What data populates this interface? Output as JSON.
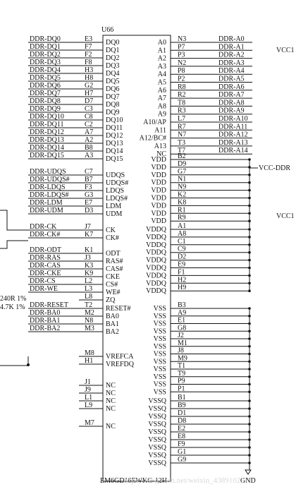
{
  "part": {
    "ref": "U66",
    "name": "EM6GD16EWKG-12H"
  },
  "left_pins": [
    {
      "net": "DDR-DQ0",
      "num": "E3",
      "name": "DQ0"
    },
    {
      "net": "DDR-DQ1",
      "num": "F7",
      "name": "DQ1"
    },
    {
      "net": "DDR-DQ2",
      "num": "F2",
      "name": "DQ2"
    },
    {
      "net": "DDR-DQ3",
      "num": "F8",
      "name": "DQ3"
    },
    {
      "net": "DDR-DQ4",
      "num": "H3",
      "name": "DQ4"
    },
    {
      "net": "DDR-DQ5",
      "num": "H8",
      "name": "DQ5"
    },
    {
      "net": "DDR-DQ6",
      "num": "G2",
      "name": "DQ6"
    },
    {
      "net": "DDR-DQ7",
      "num": "H7",
      "name": "DQ7"
    },
    {
      "net": "DDR-DQ8",
      "num": "D7",
      "name": "DQ8"
    },
    {
      "net": "DDR-DQ9",
      "num": "C3",
      "name": "DQ9"
    },
    {
      "net": "DDR-DQ10",
      "num": "C8",
      "name": "DQ10"
    },
    {
      "net": "DDR-DQ11",
      "num": "C2",
      "name": "DQ11"
    },
    {
      "net": "DDR-DQ12",
      "num": "A7",
      "name": "DQ12"
    },
    {
      "net": "DDR-DQ13",
      "num": "A2",
      "name": "DQ13"
    },
    {
      "net": "DDR-DQ14",
      "num": "B8",
      "name": "DQ14"
    },
    {
      "net": "DDR-DQ15",
      "num": "A3",
      "name": "DQ15"
    },
    {
      "net": "DDR-UDQS",
      "num": "C7",
      "name": "UDQS"
    },
    {
      "net": "DDR-UDQS#",
      "num": "B7",
      "name": "UDQS#"
    },
    {
      "net": "DDR-LDQS",
      "num": "F3",
      "name": "LDQS"
    },
    {
      "net": "DDR-LDQS#",
      "num": "G3",
      "name": "LDQS#"
    },
    {
      "net": "DDR-LDM",
      "num": "E7",
      "name": "LDM"
    },
    {
      "net": "DDR-UDM",
      "num": "D3",
      "name": "UDM"
    },
    {
      "net": "DDR-CK",
      "num": "J7",
      "name": "CK"
    },
    {
      "net": "DDR-CK#",
      "num": "K7",
      "name": "CK#"
    },
    {
      "net": "DDR-ODT",
      "num": "K1",
      "name": "ODT"
    },
    {
      "net": "DDR-RAS",
      "num": "J3",
      "name": "RAS#"
    },
    {
      "net": "DDR-CAS",
      "num": "K3",
      "name": "CAS#"
    },
    {
      "net": "DDR-CKE",
      "num": "K9",
      "name": "CKE"
    },
    {
      "net": "DDR-CS",
      "num": "L2",
      "name": "CS#"
    },
    {
      "net": "DDR-WE",
      "num": "L3",
      "name": "WE#"
    },
    {
      "net": "",
      "num": "L8",
      "name": "ZQ"
    },
    {
      "net": "DDR-RESET",
      "num": "T2",
      "name": "RESET#"
    },
    {
      "net": "DDR-BA0",
      "num": "M2",
      "name": "BA0"
    },
    {
      "net": "DDR-BA1",
      "num": "N8",
      "name": "BA1"
    },
    {
      "net": "DDR-BA2",
      "num": "M3",
      "name": "BA2"
    },
    {
      "net": "",
      "num": "M8",
      "name": "VREFCA"
    },
    {
      "net": "",
      "num": "H1",
      "name": "VREFDQ"
    },
    {
      "net": "",
      "num": "J1",
      "name": "NC"
    },
    {
      "net": "",
      "num": "J9",
      "name": "NC"
    },
    {
      "net": "",
      "num": "L1",
      "name": "NC"
    },
    {
      "net": "",
      "num": "L9",
      "name": "NC"
    },
    {
      "net": "",
      "num": "M7",
      "name": "NC"
    }
  ],
  "right_pins": [
    {
      "name": "A0",
      "num": "N3",
      "net": "DDR-A0"
    },
    {
      "name": "A1",
      "num": "P7",
      "net": "DDR-A1"
    },
    {
      "name": "A2",
      "num": "P3",
      "net": "DDR-A2"
    },
    {
      "name": "A3",
      "num": "N2",
      "net": "DDR-A3"
    },
    {
      "name": "A4",
      "num": "P8",
      "net": "DDR-A4"
    },
    {
      "name": "A5",
      "num": "P2",
      "net": "DDR-A5"
    },
    {
      "name": "A6",
      "num": "R8",
      "net": "DDR-A6"
    },
    {
      "name": "A7",
      "num": "R2",
      "net": "DDR-A7"
    },
    {
      "name": "A8",
      "num": "T8",
      "net": "DDR-A8"
    },
    {
      "name": "A9",
      "num": "R3",
      "net": "DDR-A9"
    },
    {
      "name": "A10/AP",
      "num": "L7",
      "net": "DDR-A10"
    },
    {
      "name": "A11",
      "num": "R7",
      "net": "DDR-A11"
    },
    {
      "name": "A12/BC#",
      "num": "N7",
      "net": "DDR-A12"
    },
    {
      "name": "A13",
      "num": "T3",
      "net": "DDR-A13"
    },
    {
      "name": "NC",
      "num": "T7",
      "net": "DDR-A14"
    },
    {
      "name": "VDD",
      "num": "B2",
      "net": ""
    },
    {
      "name": "VDD",
      "num": "D9",
      "net": ""
    },
    {
      "name": "VDD",
      "num": "G7",
      "net": ""
    },
    {
      "name": "VDD",
      "num": "N1",
      "net": ""
    },
    {
      "name": "VDD",
      "num": "N9",
      "net": ""
    },
    {
      "name": "VDD",
      "num": "K2",
      "net": ""
    },
    {
      "name": "VDD",
      "num": "K8",
      "net": ""
    },
    {
      "name": "VDD",
      "num": "R1",
      "net": ""
    },
    {
      "name": "VDD",
      "num": "R9",
      "net": ""
    },
    {
      "name": "VDDQ",
      "num": "A1",
      "net": ""
    },
    {
      "name": "VDDQ",
      "num": "A8",
      "net": ""
    },
    {
      "name": "VDDQ",
      "num": "C1",
      "net": ""
    },
    {
      "name": "VDDQ",
      "num": "C9",
      "net": ""
    },
    {
      "name": "VDDQ",
      "num": "D2",
      "net": ""
    },
    {
      "name": "VDDQ",
      "num": "E9",
      "net": ""
    },
    {
      "name": "VDDQ",
      "num": "F1",
      "net": ""
    },
    {
      "name": "VDDQ",
      "num": "H2",
      "net": ""
    },
    {
      "name": "VDDQ",
      "num": "H9",
      "net": ""
    },
    {
      "name": "VSS",
      "num": "B3",
      "net": ""
    },
    {
      "name": "VSS",
      "num": "A9",
      "net": ""
    },
    {
      "name": "VSS",
      "num": "E1",
      "net": ""
    },
    {
      "name": "VSS",
      "num": "G8",
      "net": ""
    },
    {
      "name": "VSS",
      "num": "J2",
      "net": ""
    },
    {
      "name": "VSS",
      "num": "M1",
      "net": ""
    },
    {
      "name": "VSS",
      "num": "J8",
      "net": ""
    },
    {
      "name": "VSS",
      "num": "M9",
      "net": ""
    },
    {
      "name": "VSS",
      "num": "T1",
      "net": ""
    },
    {
      "name": "VSS",
      "num": "T9",
      "net": ""
    },
    {
      "name": "VSS",
      "num": "P9",
      "net": ""
    },
    {
      "name": "VSS",
      "num": "P1",
      "net": ""
    },
    {
      "name": "VSSQ",
      "num": "B1",
      "net": ""
    },
    {
      "name": "VSSQ",
      "num": "B9",
      "net": ""
    },
    {
      "name": "VSSQ",
      "num": "D1",
      "net": ""
    },
    {
      "name": "VSSQ",
      "num": "D8",
      "net": ""
    },
    {
      "name": "VSSQ",
      "num": "E2",
      "net": ""
    },
    {
      "name": "VSSQ",
      "num": "E8",
      "net": ""
    },
    {
      "name": "VSSQ",
      "num": "F9",
      "net": ""
    },
    {
      "name": "VSSQ",
      "num": "G1",
      "net": ""
    },
    {
      "name": "VSSQ",
      "num": "G9",
      "net": ""
    }
  ],
  "power_labels": {
    "vcc_top": "VCC1",
    "vcc_ddr": "VCC-DDR",
    "vcc_mid": "VCC1",
    "gnd": "GND"
  },
  "side_labels": {
    "r1": "240R 1%",
    "r2": "4.7K 1%"
  },
  "watermark": "https://blog.csdn.net/weixin_43891023"
}
